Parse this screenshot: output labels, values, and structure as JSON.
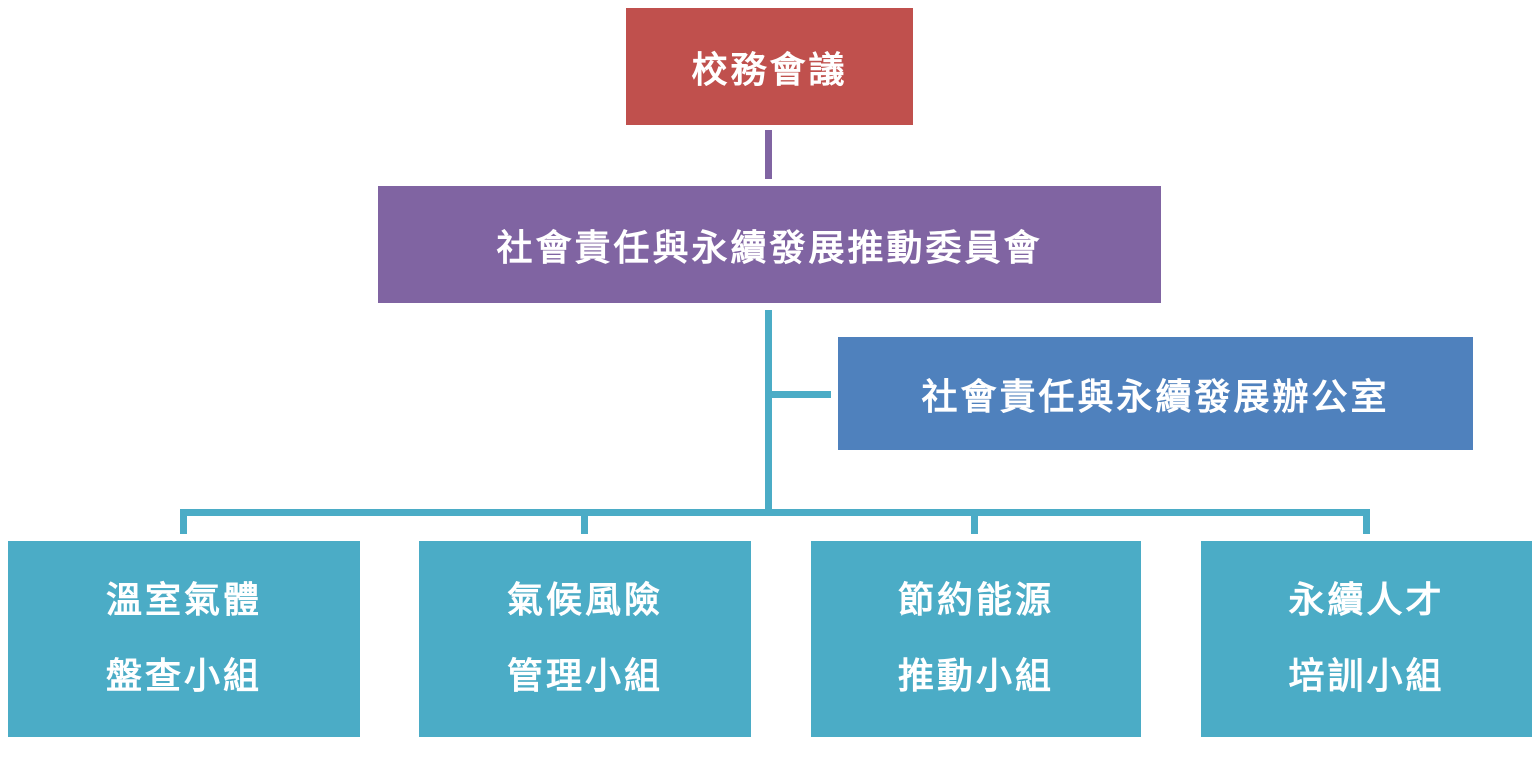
{
  "org_chart": {
    "council": {
      "label": "校務會議"
    },
    "committee": {
      "label": "社會責任與永續發展推動委員會"
    },
    "office": {
      "label": "社會責任與永續發展辦公室"
    },
    "groups": [
      {
        "line1": "溫室氣體",
        "line2": "盤查小組"
      },
      {
        "line1": "氣候風險",
        "line2": "管理小組"
      },
      {
        "line1": "節約能源",
        "line2": "推動小組"
      },
      {
        "line1": "永續人才",
        "line2": "培訓小組"
      }
    ]
  },
  "colors": {
    "council": "#c0504d",
    "committee": "#8064a2",
    "office": "#4f81bd",
    "groups": "#4bacc6",
    "text": "#ffffff"
  }
}
